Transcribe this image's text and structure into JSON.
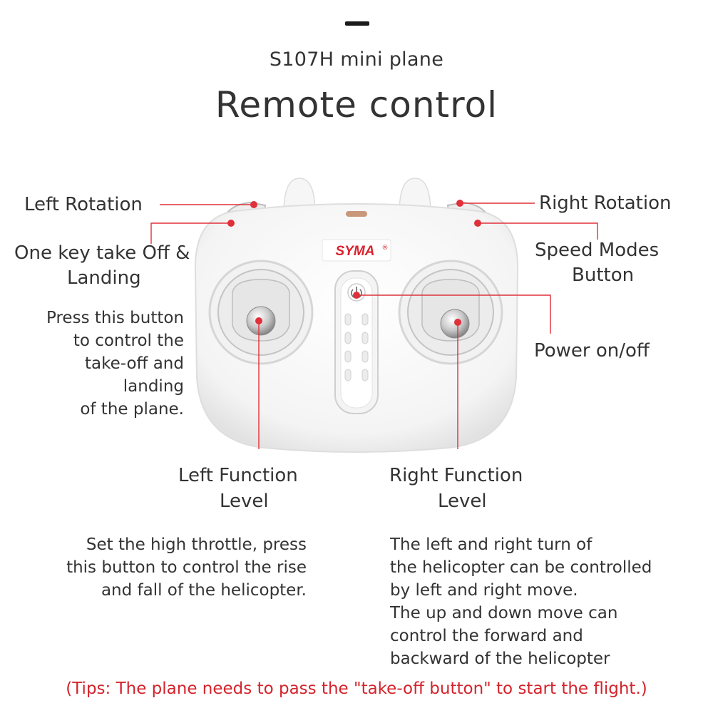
{
  "header": {
    "subtitle": "S107H mini plane",
    "title": "Remote control"
  },
  "remote": {
    "brand": "SYMA",
    "trademark": "®"
  },
  "labels": {
    "left_rotation": "Left Rotation",
    "one_key_line1": "One key take Off &",
    "one_key_line2": "Landing",
    "right_rotation": "Right Rotation",
    "speed_modes_line1": "Speed Modes",
    "speed_modes_line2": "Button",
    "power": "Power on/off",
    "left_function_line1": "Left Function",
    "left_function_line2": "Level",
    "right_function_line1": "Right Function",
    "right_function_line2": "Level"
  },
  "descriptions": {
    "one_key": [
      "Press this button",
      "to control the",
      "take-off and",
      "landing",
      "of the plane."
    ],
    "left_function": [
      "Set the high throttle, press",
      "this button to control the rise",
      "and fall of the helicopter."
    ],
    "right_function": [
      "The left and right turn of",
      "the helicopter can be controlled",
      "by left and right move.",
      "The up and down move can",
      "control the forward and",
      "backward of the helicopter"
    ]
  },
  "tips": "(Tips: The plane needs to pass the \"take-off button\" to start the flight.)",
  "colors": {
    "callout": "#e0303a",
    "tips": "#d4232b",
    "brand": "#d9232e"
  }
}
